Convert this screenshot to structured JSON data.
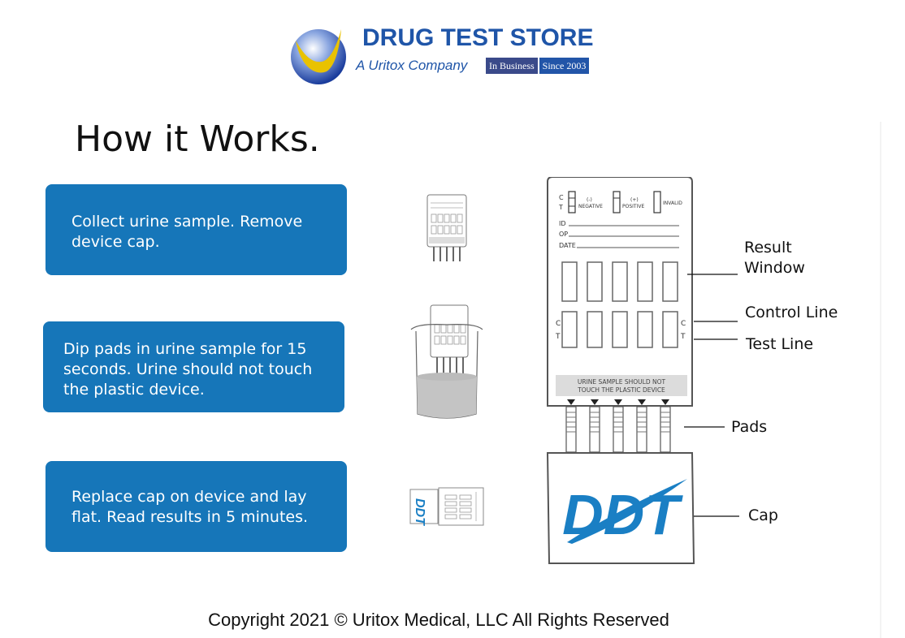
{
  "logo": {
    "title": "DRUG TEST STORE",
    "subtitle": "A Uritox Company",
    "badge_left": "In Business",
    "badge_right": "Since 2003",
    "colors": {
      "brand_blue": "#1f55a8",
      "gold": "#e9c200"
    }
  },
  "heading": "How it Works.",
  "steps": [
    {
      "line1": "Collect urine sample. Remove",
      "line2": "device cap.",
      "line3": ""
    },
    {
      "line1": "Dip pads in urine sample for 15",
      "line2": "seconds. Urine should not touch",
      "line3": "the plastic device."
    },
    {
      "line1": "Replace cap on device and lay",
      "line2": "flat. Read results in 5 minutes.",
      "line3": ""
    }
  ],
  "device": {
    "legend_ct": {
      "c": "C",
      "t": "T"
    },
    "legend_negative_sign": "(-)",
    "legend_negative": "NEGATIVE",
    "legend_positive_sign": "(+)",
    "legend_positive": "POSITIVE",
    "legend_invalid": "INVALID",
    "field_id": "ID",
    "field_op": "OP",
    "field_date": "DATE",
    "side_c": "C",
    "side_t": "T",
    "warning_line1": "URINE SAMPLE SHOULD NOT",
    "warning_line2": "TOUCH THE PLASTIC DEVICE",
    "cap_logo": "DDT"
  },
  "labels": {
    "result_window_1": "Result",
    "result_window_2": "Window",
    "control_line": "Control Line",
    "test_line": "Test Line",
    "pads": "Pads",
    "cap": "Cap"
  },
  "footer": "Copyright 2021 ©  Uritox Medical, LLC All Rights Reserved",
  "colors": {
    "step_box": "#1676b9",
    "device_outline": "#555555",
    "cap_logo": "#1a7fc4"
  }
}
